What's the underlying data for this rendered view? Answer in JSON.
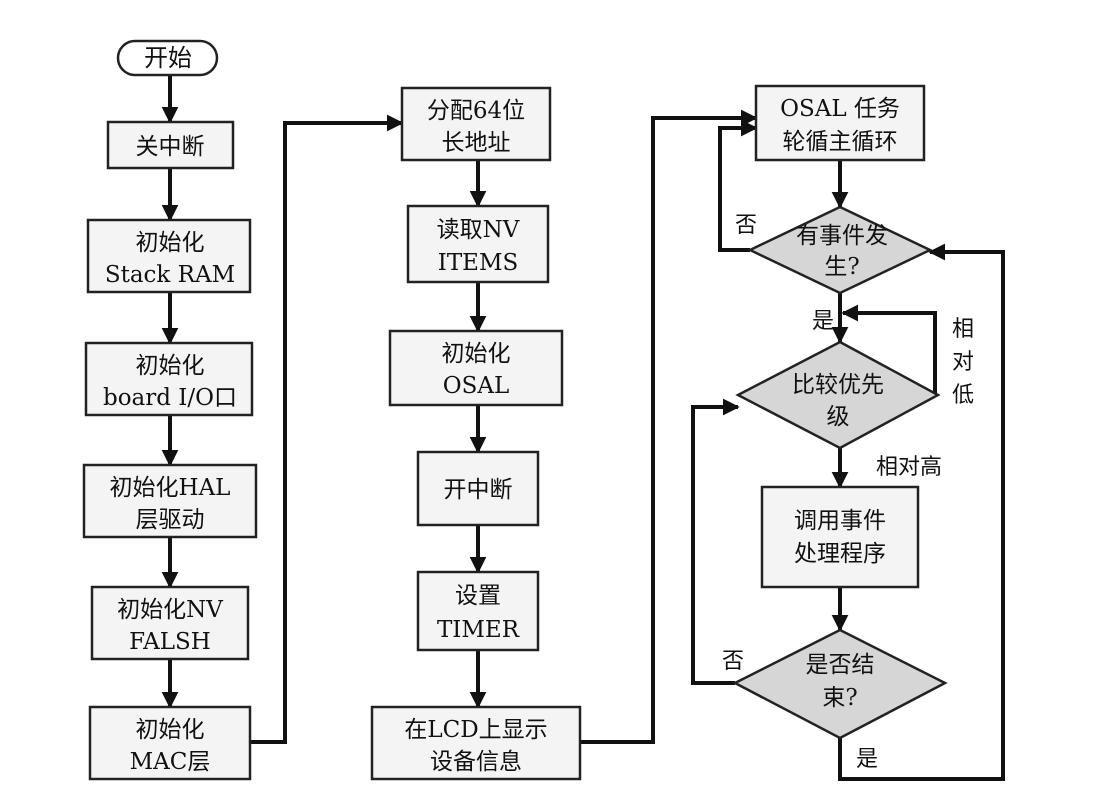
{
  "nodes": {
    "start": "开始",
    "disable_int": "关中断",
    "init_stack_1": "初始化",
    "init_stack_2": "Stack RAM",
    "init_board_1": "初始化",
    "init_board_2": "board I/O口",
    "init_hal_1": "初始化HAL",
    "init_hal_2": "层驱动",
    "init_nv_1": "初始化NV",
    "init_nv_2": "FALSH",
    "init_mac_1": "初始化",
    "init_mac_2": "MAC层",
    "alloc_1": "分配64位",
    "alloc_2": "长地址",
    "read_nv_1": "读取NV",
    "read_nv_2": "ITEMS",
    "init_osal_1": "初始化",
    "init_osal_2": "OSAL",
    "enable_int": "开中断",
    "set_timer_1": "设置",
    "set_timer_2": "TIMER",
    "lcd_1": "在LCD上显示",
    "lcd_2": "设备信息",
    "osal_loop_1": "OSAL 任务",
    "osal_loop_2": "轮循主循环",
    "event_q_1": "有事件发",
    "event_q_2": "生?",
    "priority_q_1": "比较优先",
    "priority_q_2": "级",
    "call_handler_1": "调用事件",
    "call_handler_2": "处理程序",
    "end_q_1": "是否结",
    "end_q_2": "束?"
  },
  "edge_labels": {
    "event_no": "否",
    "event_yes": "是",
    "rel_low_1": "相",
    "rel_low_2": "对",
    "rel_low_3": "低",
    "rel_high": "相对高",
    "end_no": "否",
    "end_yes": "是"
  }
}
